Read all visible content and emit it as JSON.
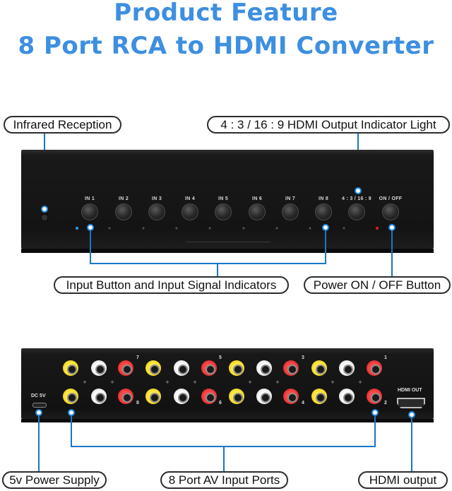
{
  "title": {
    "line1": "Product Feature",
    "line2": "8 Port RCA to HDMI Converter"
  },
  "callouts": {
    "infrared": "Infrared Reception",
    "aspect_indicator": "4 : 3 / 16 : 9 HDMI Output Indicator Light",
    "input_buttons": "Input Button and Input Signal Indicators",
    "power_button": "Power ON / OFF Button",
    "power_supply": "5v Power Supply",
    "av_ports": "8 Port AV Input Ports",
    "hdmi_output": "HDMI output"
  },
  "front_panel": {
    "buttons": [
      "IN 1",
      "IN 2",
      "IN 3",
      "IN 4",
      "IN 5",
      "IN 6",
      "IN 7",
      "IN 8",
      "4 : 3 / 16 : 9",
      "ON / OFF"
    ]
  },
  "rear_panel": {
    "dc_label": "DC 5V",
    "hdmi_label": "HDMI OUT",
    "port_numbers": [
      "1",
      "2",
      "3",
      "4",
      "5",
      "6",
      "7",
      "8"
    ]
  },
  "colors": {
    "title": "#3d8fe0",
    "callout_line": "#1976c8",
    "yellow_jack": "#ffe94a",
    "white_jack": "#ffffff",
    "red_jack": "#ff4b4b"
  }
}
